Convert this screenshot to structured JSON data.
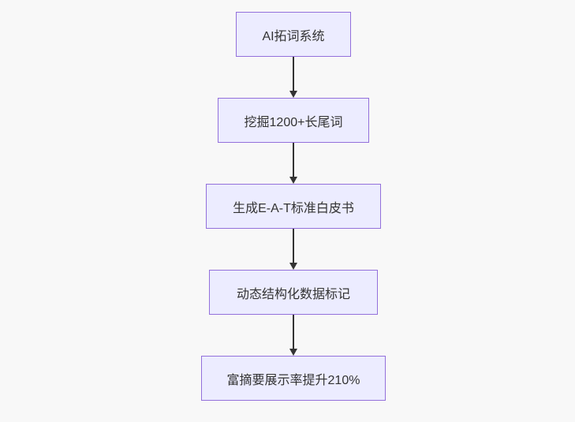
{
  "diagram": {
    "type": "flowchart",
    "direction": "top-down",
    "nodes": [
      {
        "id": "step1",
        "label": "AI拓词系统"
      },
      {
        "id": "step2",
        "label": "挖掘1200+长尾词"
      },
      {
        "id": "step3",
        "label": "生成E-A-T标准白皮书"
      },
      {
        "id": "step4",
        "label": "动态结构化数据标记"
      },
      {
        "id": "step5",
        "label": "富摘要展示率提升210%"
      }
    ],
    "edges": [
      {
        "from": "step1",
        "to": "step2"
      },
      {
        "from": "step2",
        "to": "step3"
      },
      {
        "from": "step3",
        "to": "step4"
      },
      {
        "from": "step4",
        "to": "step5"
      }
    ],
    "colors": {
      "background": "#f8f8f8",
      "node_fill": "#ececff",
      "node_border": "#9370db",
      "text": "#333333",
      "arrow": "#333333"
    }
  }
}
